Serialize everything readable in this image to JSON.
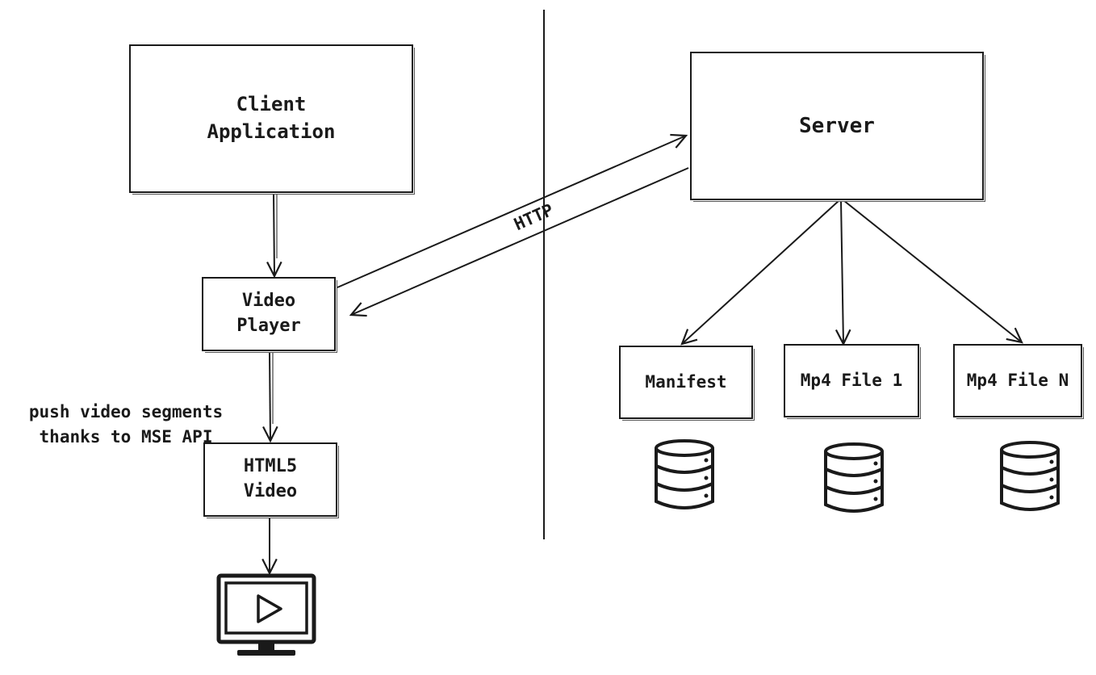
{
  "nodes": {
    "client_app": "Client\nApplication",
    "video_player": "Video\nPlayer",
    "html5_video": "HTML5\nVideo",
    "server": "Server",
    "manifest": "Manifest",
    "mp4_file_1": "Mp4 File 1",
    "mp4_file_n": "Mp4 File N"
  },
  "edge_labels": {
    "http": "HTTP",
    "mse_note": "push video segments\nthanks to MSE API"
  },
  "icons": {
    "databases": [
      "database-icon",
      "database-icon",
      "database-icon"
    ],
    "screen": "monitor-play-icon"
  },
  "colors": {
    "stroke": "#1a1a1a",
    "background": "#ffffff"
  }
}
